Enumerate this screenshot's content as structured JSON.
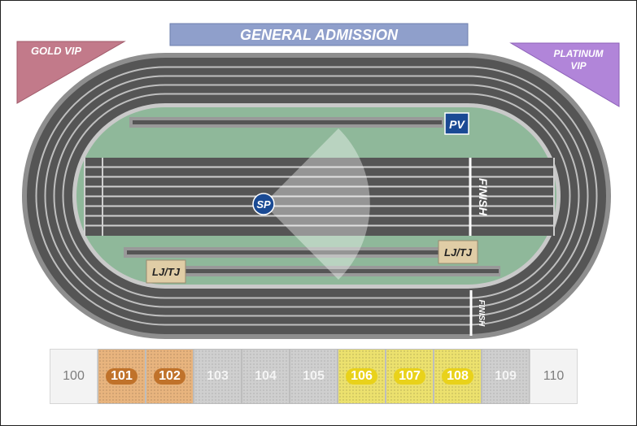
{
  "header": {
    "general_admission": "GENERAL ADMISSION"
  },
  "corners": {
    "gold_vip": "GOLD VIP",
    "platinum_line1": "PLATINUM",
    "platinum_line2": "VIP"
  },
  "field_labels": {
    "pole_vault": "PV",
    "shot_put": "SP",
    "jump_right": "LJ/TJ",
    "jump_left": "LJ/TJ",
    "finish_straight": "FINISH",
    "finish_outer": "FINISH"
  },
  "sections": [
    {
      "number": "100",
      "style": "plain"
    },
    {
      "number": "101",
      "style": "pill",
      "fill": "#e8b47e",
      "pill": "#c0722a"
    },
    {
      "number": "102",
      "style": "pill",
      "fill": "#e8b47e",
      "pill": "#c0722a"
    },
    {
      "number": "103",
      "style": "gray"
    },
    {
      "number": "104",
      "style": "gray"
    },
    {
      "number": "105",
      "style": "gray"
    },
    {
      "number": "106",
      "style": "pill",
      "fill": "#ece16e",
      "pill": "#e9d21a"
    },
    {
      "number": "107",
      "style": "pill",
      "fill": "#ece16e",
      "pill": "#e9d21a"
    },
    {
      "number": "108",
      "style": "pill",
      "fill": "#ece16e",
      "pill": "#e9d21a"
    },
    {
      "number": "109",
      "style": "gray"
    },
    {
      "number": "110",
      "style": "plain"
    }
  ],
  "colors": {
    "general_admission": "#8f9fcb",
    "gold_vip": "#c27a8a",
    "platinum_vip": "#b185d9",
    "track": "#555555",
    "lane_line": "#bfbfbf",
    "infield": "#8fb89a",
    "event_marker": "#1a4a94",
    "jump_marker": "#e0cda6"
  }
}
